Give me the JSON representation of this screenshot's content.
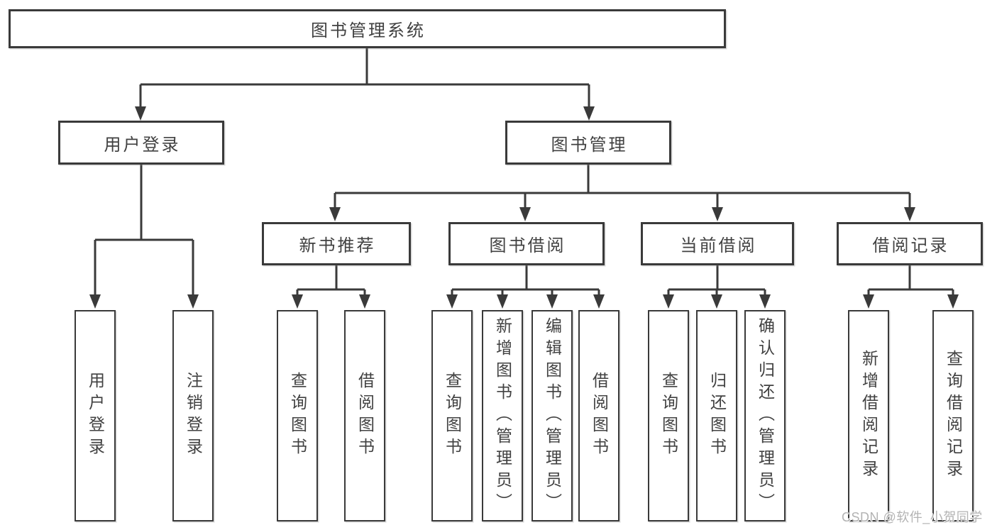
{
  "diagram": {
    "root": {
      "label": "图书管理系统"
    },
    "branches": [
      {
        "label": "用户登录",
        "leaves": [
          {
            "label": "用户登录"
          },
          {
            "label": "注销登录"
          }
        ]
      },
      {
        "label": "图书管理",
        "sections": [
          {
            "label": "新书推荐",
            "leaves": [
              {
                "label": "查询图书"
              },
              {
                "label": "借阅图书"
              }
            ]
          },
          {
            "label": "图书借阅",
            "leaves": [
              {
                "label": "查询图书"
              },
              {
                "label": "新增图书（管理员）"
              },
              {
                "label": "编辑图书（管理员）"
              },
              {
                "label": "借阅图书"
              }
            ]
          },
          {
            "label": "当前借阅",
            "leaves": [
              {
                "label": "查询图书"
              },
              {
                "label": "归还图书"
              },
              {
                "label": "确认归还（管理员）"
              }
            ]
          },
          {
            "label": "借阅记录",
            "leaves": [
              {
                "label": "新增借阅记录"
              },
              {
                "label": "查询借阅记录"
              }
            ]
          }
        ]
      }
    ]
  },
  "watermark": {
    "text": "CSDN @软件_小贺同学"
  },
  "colors": {
    "line": "#3a3a3a",
    "text": "#414141",
    "background": "#ffffff",
    "watermark": "#b3b3b3"
  }
}
